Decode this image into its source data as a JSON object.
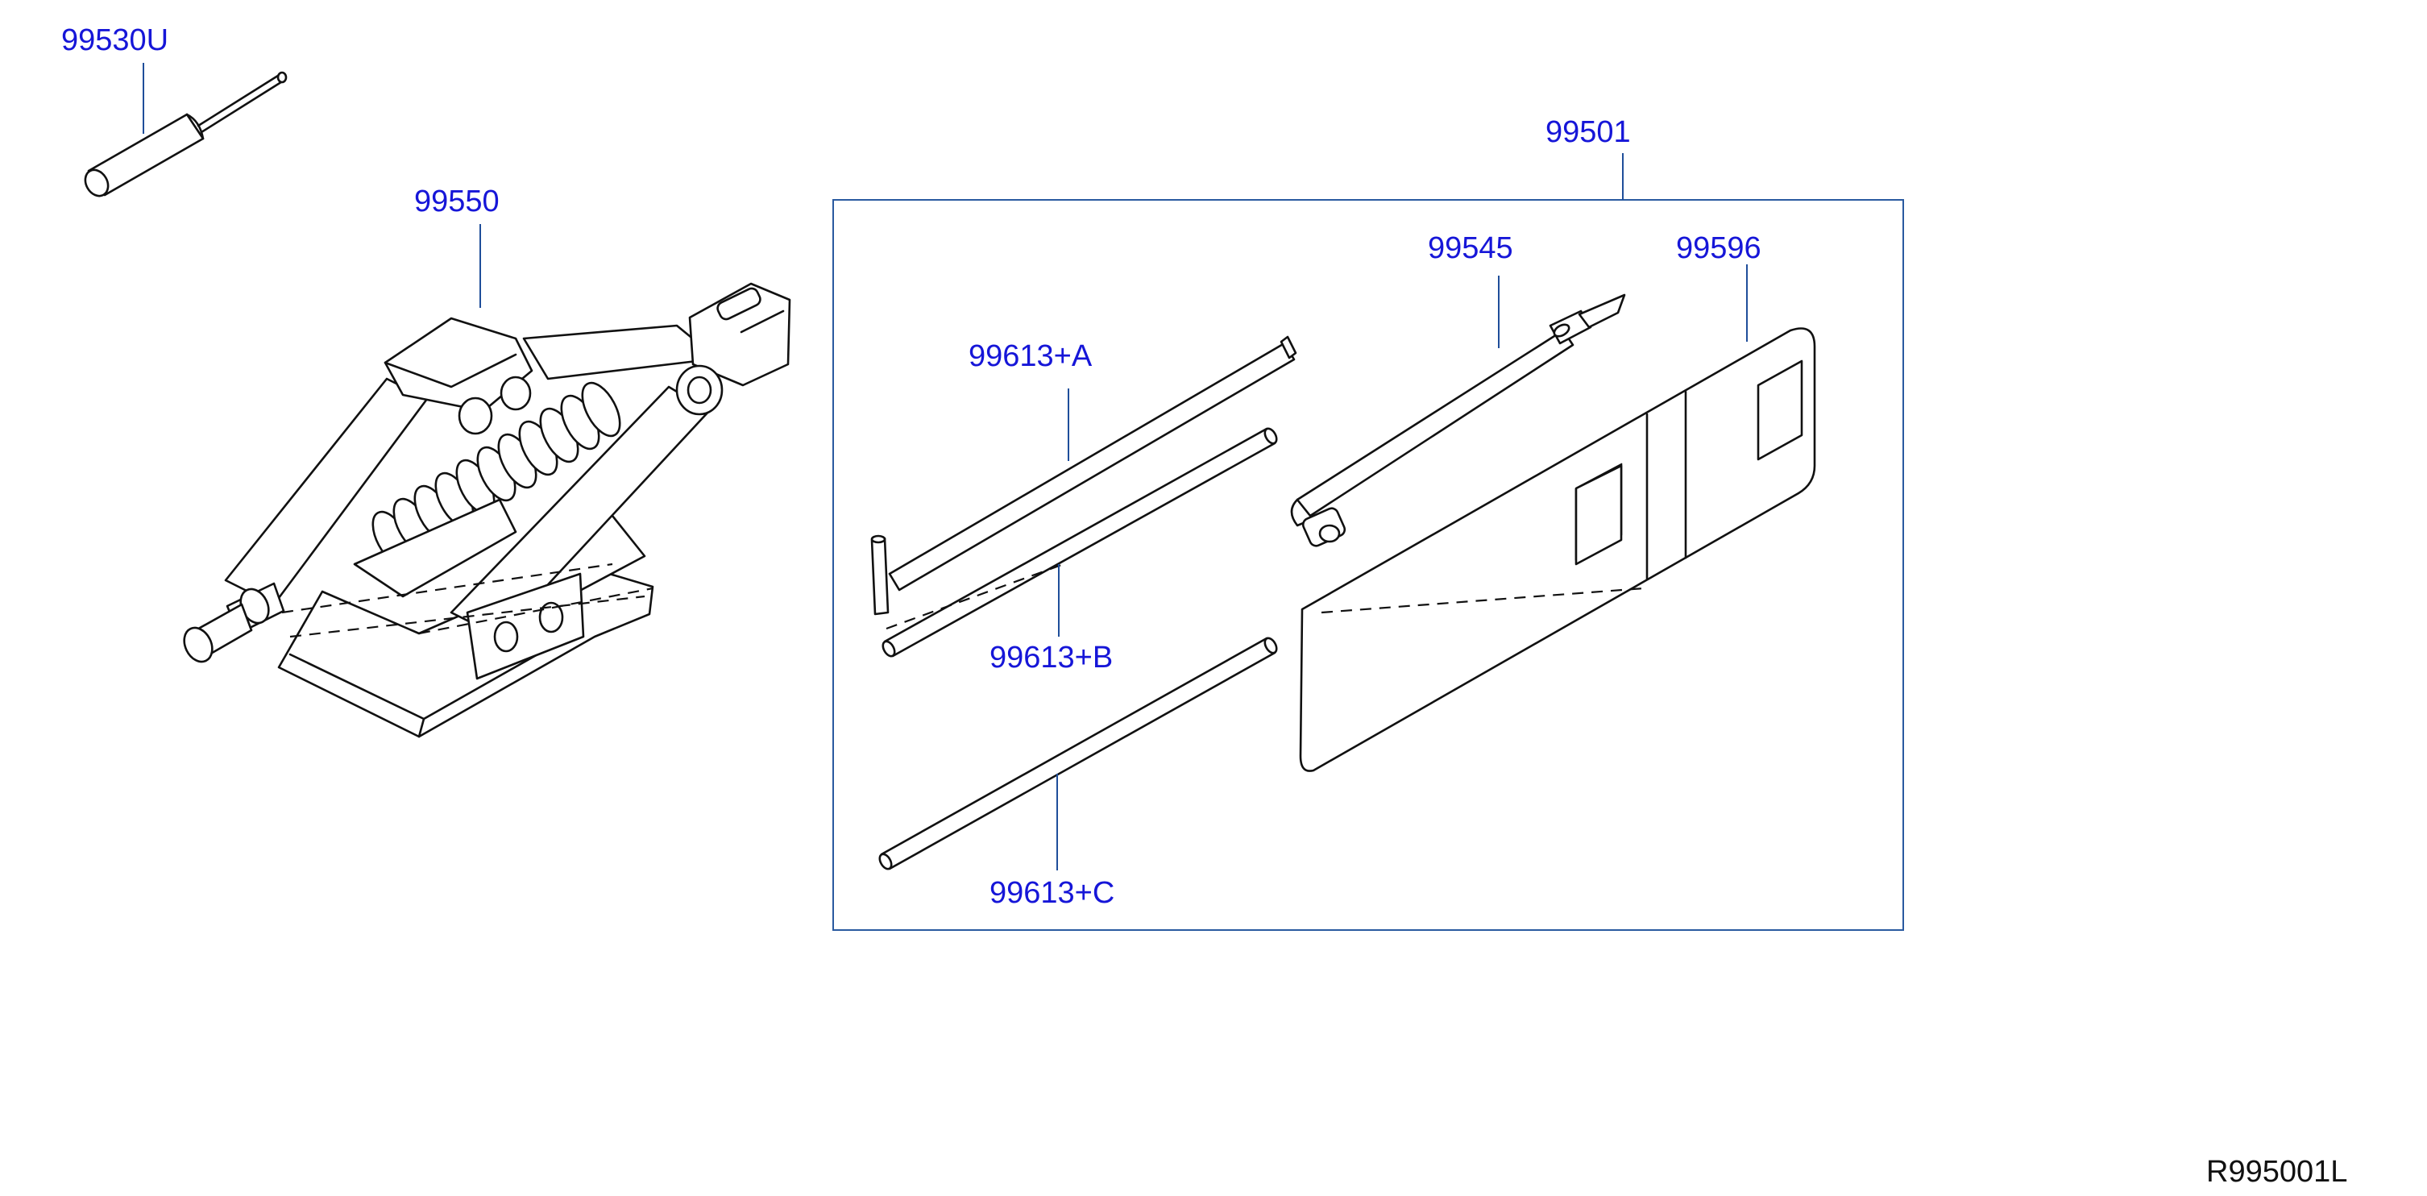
{
  "diagram": {
    "reference_code": "R995001L",
    "parts": [
      {
        "id": "jack-handle-adapter",
        "number": "99530U"
      },
      {
        "id": "jack",
        "number": "99550"
      },
      {
        "id": "tool-kit",
        "number": "99501"
      },
      {
        "id": "wheel-wrench",
        "number": "99545"
      },
      {
        "id": "tool-bag",
        "number": "99596"
      },
      {
        "id": "jack-rod-a",
        "number": "99613+A"
      },
      {
        "id": "jack-rod-b",
        "number": "99613+B"
      },
      {
        "id": "jack-rod-c",
        "number": "99613+C"
      }
    ]
  },
  "colors": {
    "label": "#1616d8",
    "leader": "#1f4e9a",
    "outline": "#111111",
    "background": "#ffffff"
  }
}
